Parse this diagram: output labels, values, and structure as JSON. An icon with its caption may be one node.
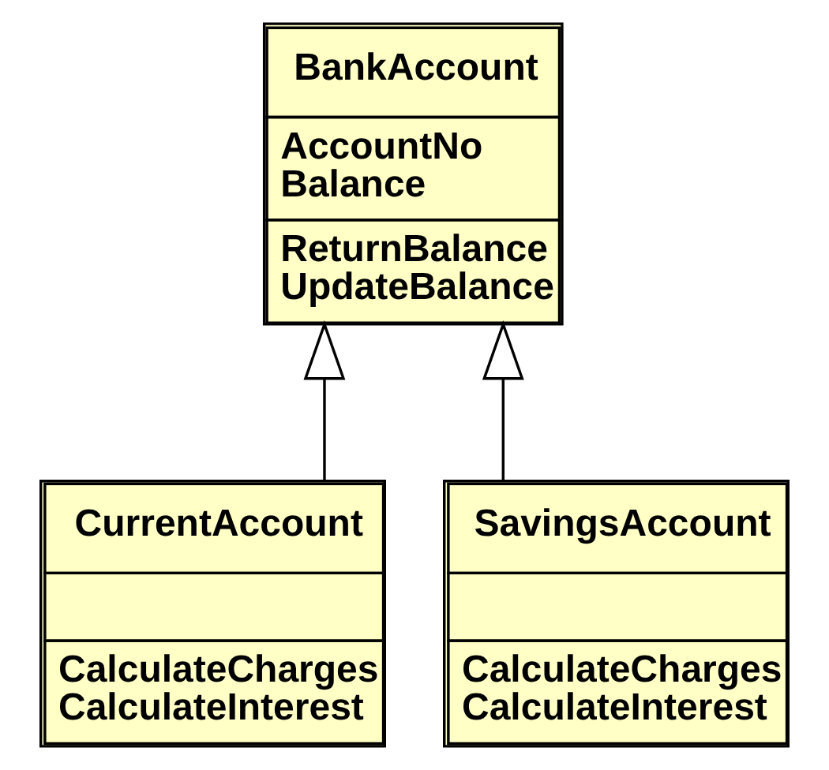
{
  "diagram": {
    "nodes": [
      {
        "text": [
          "BankAccount",
          "AccountNo Balance",
          "ReturnBalance UpdateBalance"
        ]
      },
      {
        "text": [
          "CurrentAccount",
          "CalculateCharges CalculateInterest"
        ]
      },
      {
        "text": [
          "SavingsAccount",
          "CalculateCharges CalculateInterest"
        ]
      }
    ],
    "edges": [
      {
        "from": 1,
        "to": 0,
        "arrow": "to"
      },
      {
        "from": 2,
        "to": 0,
        "arrow": "to"
      }
    ]
  }
}
